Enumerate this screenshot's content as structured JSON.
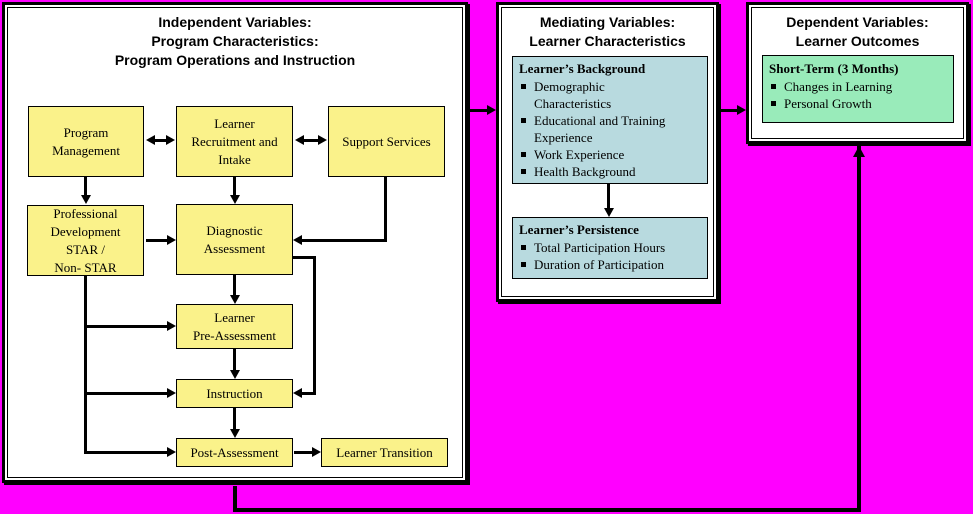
{
  "colors": {
    "background": "#FF00FF",
    "panel_background": "#FFFFFF",
    "yellow_box": "#FAF28A",
    "blue_box": "#B8DADF",
    "green_box": "#99EBBA",
    "line": "#000000"
  },
  "panels": {
    "independent": {
      "title_lines": [
        "Independent Variables:",
        "Program Characteristics:",
        "Program Operations and Instruction"
      ],
      "boxes": {
        "program_management": "Program\nManagement",
        "learner_recruitment": "Learner\nRecruitment and\nIntake",
        "support_services": "Support Services",
        "professional_development": "Professional\nDevelopment\nSTAR /\nNon- STAR",
        "diagnostic_assessment": "Diagnostic\nAssessment",
        "learner_pre_assessment": "Learner\nPre-Assessment",
        "instruction": "Instruction",
        "post_assessment": "Post-Assessment",
        "learner_transition": "Learner Transition"
      }
    },
    "mediating": {
      "title_lines": [
        "Mediating Variables:",
        "Learner Characteristics"
      ],
      "background_box": {
        "heading": "Learner’s Background",
        "items": [
          "Demographic\nCharacteristics",
          "Educational and Training\nExperience",
          "Work Experience",
          "Health Background"
        ]
      },
      "persistence_box": {
        "heading": "Learner’s Persistence",
        "items": [
          "Total Participation Hours",
          "Duration of Participation"
        ]
      }
    },
    "dependent": {
      "title_lines": [
        "Dependent Variables:",
        "Learner Outcomes"
      ],
      "short_term_box": {
        "heading": "Short-Term (3 Months)",
        "items": [
          "Changes in Learning",
          "Personal Growth"
        ]
      }
    }
  }
}
